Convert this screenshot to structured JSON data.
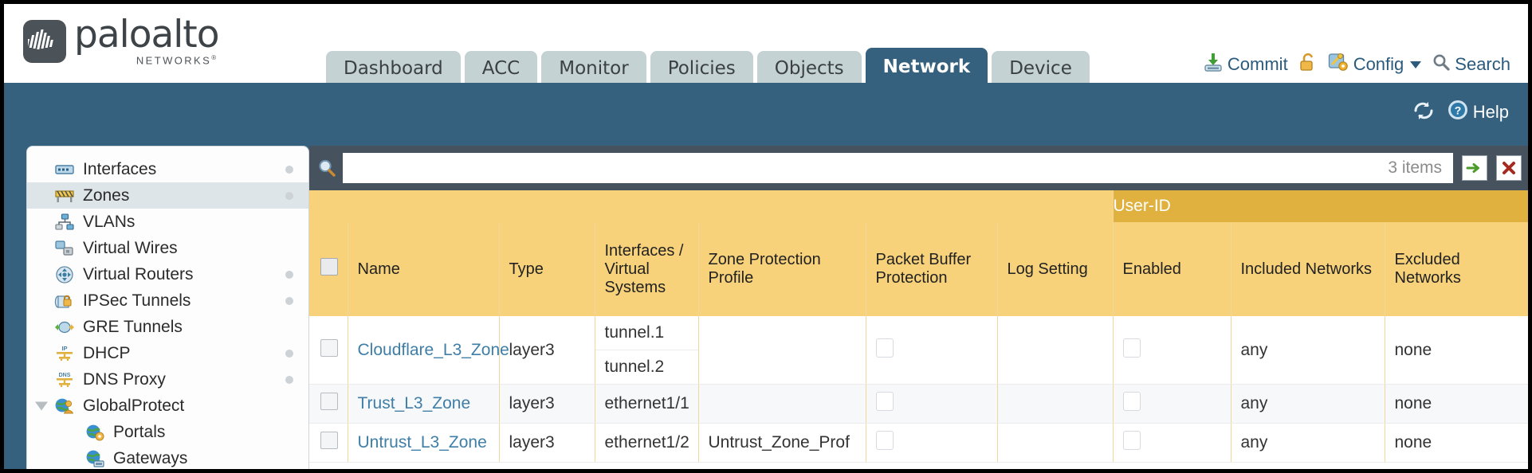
{
  "brand": {
    "name": "paloalto",
    "tagline": "NETWORKS",
    "registered": "®"
  },
  "nav": {
    "tabs": [
      {
        "label": "Dashboard",
        "selected": false
      },
      {
        "label": "ACC",
        "selected": false
      },
      {
        "label": "Monitor",
        "selected": false
      },
      {
        "label": "Policies",
        "selected": false
      },
      {
        "label": "Objects",
        "selected": false
      },
      {
        "label": "Network",
        "selected": true
      },
      {
        "label": "Device",
        "selected": false
      }
    ]
  },
  "toolbar": {
    "commit_label": "Commit",
    "commit_icon": "commit-save-icon",
    "lock_icon": "unlocked-padlock-icon",
    "config_label": "Config",
    "config_icon": "config-wrench-icon",
    "search_label": "Search",
    "search_icon": "magnifier-icon"
  },
  "bluebar": {
    "refresh_icon": "refresh-icon",
    "help_label": "Help",
    "help_icon": "help-question-icon"
  },
  "sidebar": {
    "items": [
      {
        "label": "Interfaces",
        "icon": "interfaces-icon",
        "selected": false,
        "dot": true,
        "child": false,
        "expand": false
      },
      {
        "label": "Zones",
        "icon": "zones-icon",
        "selected": true,
        "dot": true,
        "child": false,
        "expand": false
      },
      {
        "label": "VLANs",
        "icon": "vlans-icon",
        "selected": false,
        "dot": false,
        "child": false,
        "expand": false
      },
      {
        "label": "Virtual Wires",
        "icon": "virtual-wires-icon",
        "selected": false,
        "dot": false,
        "child": false,
        "expand": false
      },
      {
        "label": "Virtual Routers",
        "icon": "virtual-routers-icon",
        "selected": false,
        "dot": true,
        "child": false,
        "expand": false
      },
      {
        "label": "IPSec Tunnels",
        "icon": "ipsec-tunnels-icon",
        "selected": false,
        "dot": true,
        "child": false,
        "expand": false
      },
      {
        "label": "GRE Tunnels",
        "icon": "gre-tunnels-icon",
        "selected": false,
        "dot": false,
        "child": false,
        "expand": false
      },
      {
        "label": "DHCP",
        "icon": "dhcp-icon",
        "selected": false,
        "dot": true,
        "child": false,
        "expand": false
      },
      {
        "label": "DNS Proxy",
        "icon": "dns-proxy-icon",
        "selected": false,
        "dot": true,
        "child": false,
        "expand": false
      },
      {
        "label": "GlobalProtect",
        "icon": "globalprotect-icon",
        "selected": false,
        "dot": false,
        "child": false,
        "expand": true
      },
      {
        "label": "Portals",
        "icon": "portals-icon",
        "selected": false,
        "dot": false,
        "child": true,
        "expand": false
      },
      {
        "label": "Gateways",
        "icon": "gateways-icon",
        "selected": false,
        "dot": false,
        "child": true,
        "expand": false
      }
    ]
  },
  "search": {
    "value": "",
    "placeholder": "",
    "icon": "magnifier-search-icon",
    "items_count": "3 items",
    "apply_icon": "green-arrow-icon",
    "clear_icon": "red-x-icon"
  },
  "table": {
    "group_header": "User-ID",
    "columns": [
      "Name",
      "Type",
      "Interfaces / Virtual Systems",
      "Zone Protection Profile",
      "Packet Buffer Protection",
      "Log Setting",
      "Enabled",
      "Included Networks",
      "Excluded Networks"
    ],
    "rows": [
      {
        "selected": false,
        "name": "Cloudflare_L3_Zone",
        "type": "layer3",
        "interfaces": [
          "tunnel.1",
          "tunnel.2"
        ],
        "zone_protection_profile": "",
        "packet_buffer_protection": false,
        "log_setting": "",
        "enabled": false,
        "included_networks": "any",
        "excluded_networks": "none"
      },
      {
        "selected": false,
        "name": "Trust_L3_Zone",
        "type": "layer3",
        "interfaces": [
          "ethernet1/1"
        ],
        "zone_protection_profile": "",
        "packet_buffer_protection": false,
        "log_setting": "",
        "enabled": false,
        "included_networks": "any",
        "excluded_networks": "none"
      },
      {
        "selected": false,
        "name": "Untrust_L3_Zone",
        "type": "layer3",
        "interfaces": [
          "ethernet1/2"
        ],
        "zone_protection_profile": "Untrust_Zone_Prof",
        "packet_buffer_protection": false,
        "log_setting": "",
        "enabled": false,
        "included_networks": "any",
        "excluded_networks": "none"
      }
    ]
  },
  "colors": {
    "brand_blue": "#35617f",
    "header_gold": "#f7d27a",
    "group_gold": "#e0b13f",
    "link_blue": "#3f7ea6",
    "search_bar": "#46525e"
  }
}
